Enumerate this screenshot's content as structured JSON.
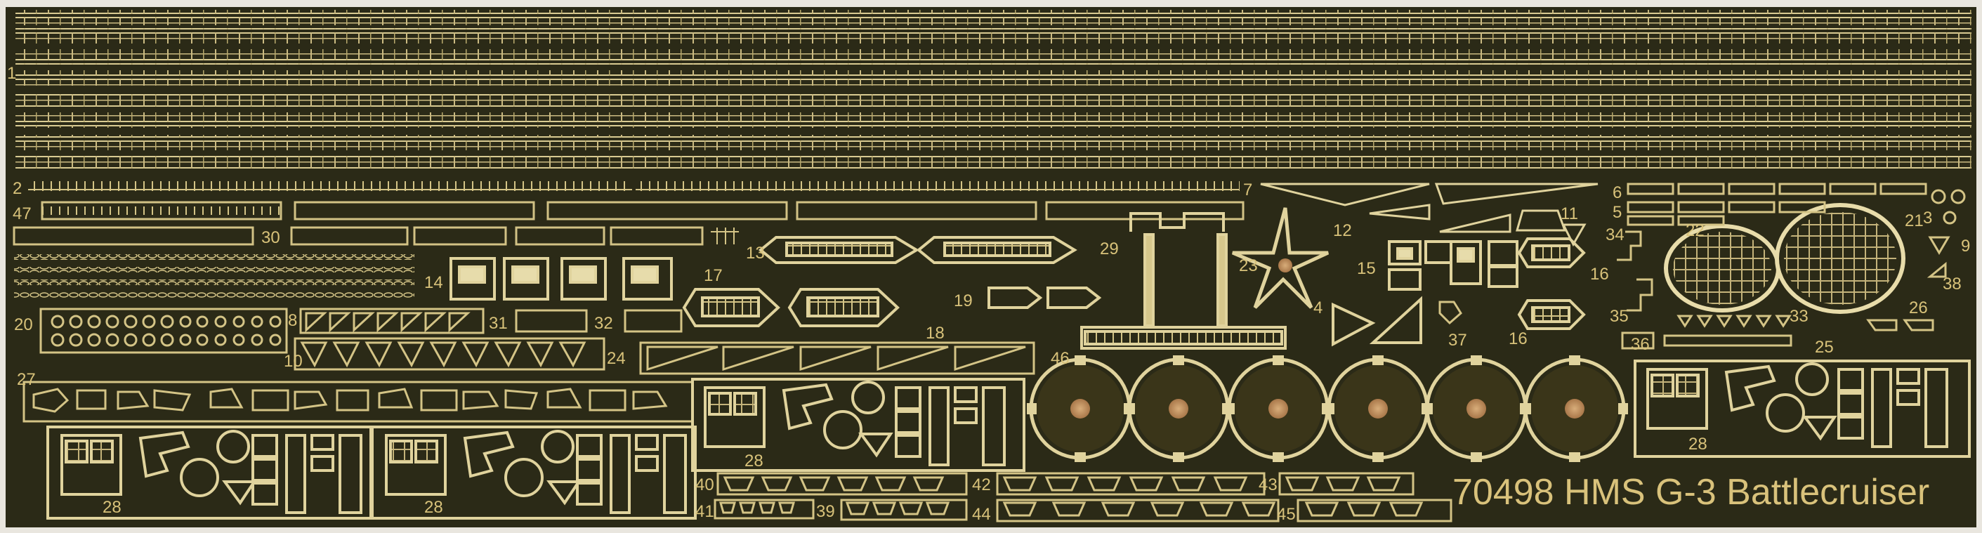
{
  "title": "70498 HMS G-3 Battlecruiser",
  "colors": {
    "sheet": "#2b2a17",
    "brass": "#c9b574",
    "brass_light": "#e8dcaa",
    "label": "#d8c27a",
    "copper": "#c99a64"
  },
  "part_numbers": {
    "p1": "1",
    "p2": "2",
    "p3": "3",
    "p4": "4",
    "p5": "5",
    "p6": "6",
    "p7": "7",
    "p8": "8",
    "p9": "9",
    "p10": "10",
    "p11": "11",
    "p12": "12",
    "p13": "13",
    "p14": "14",
    "p15": "15",
    "p16a": "16",
    "p16b": "16",
    "p17": "17",
    "p18": "18",
    "p19": "19",
    "p20": "20",
    "p21": "21",
    "p22": "22",
    "p23": "23",
    "p24": "24",
    "p25": "25",
    "p26": "26",
    "p27": "27",
    "p28a": "28",
    "p28b": "28",
    "p28c": "28",
    "p28d": "28",
    "p29": "29",
    "p30": "30",
    "p31": "31",
    "p32": "32",
    "p33": "33",
    "p34": "34",
    "p35": "35",
    "p36": "36",
    "p37": "37",
    "p38": "38",
    "p39": "39",
    "p40": "40",
    "p41": "41",
    "p42": "42",
    "p43": "43",
    "p44": "44",
    "p45": "45",
    "p46": "46",
    "p47": "47"
  }
}
